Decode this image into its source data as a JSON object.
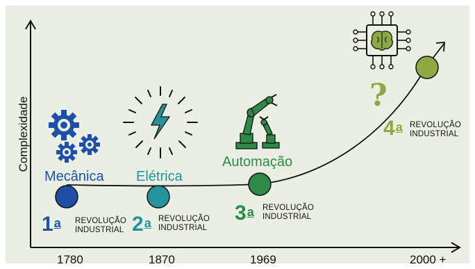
{
  "axis": {
    "y_label": "Complexidade"
  },
  "years": [
    "1780",
    "1870",
    "1969",
    "2000 +"
  ],
  "revolutions": [
    {
      "number": "1",
      "suffix": "a",
      "line1": "REVOLUÇÃO",
      "line2": "INDUSTRIAL",
      "name": "Mecânica",
      "color": "#1f4fa8"
    },
    {
      "number": "2",
      "suffix": "a",
      "line1": "REVOLUÇÃO",
      "line2": "INDUSTRIAL",
      "name": "Elétrica",
      "color": "#25939b"
    },
    {
      "number": "3",
      "suffix": "a",
      "line1": "REVOLUÇÃO",
      "line2": "INDUSTRIAL",
      "name": "Automação",
      "color": "#2e8a47"
    },
    {
      "number": "4",
      "suffix": "a",
      "line1": "REVOLUÇÃO",
      "line2": "INDUSTRIAL",
      "name": "",
      "mark": "?",
      "color": "#8ea843"
    }
  ],
  "icons": [
    "gears-icon",
    "lightning-icon",
    "robot-arm-icon",
    "ai-chip-brain-icon"
  ]
}
